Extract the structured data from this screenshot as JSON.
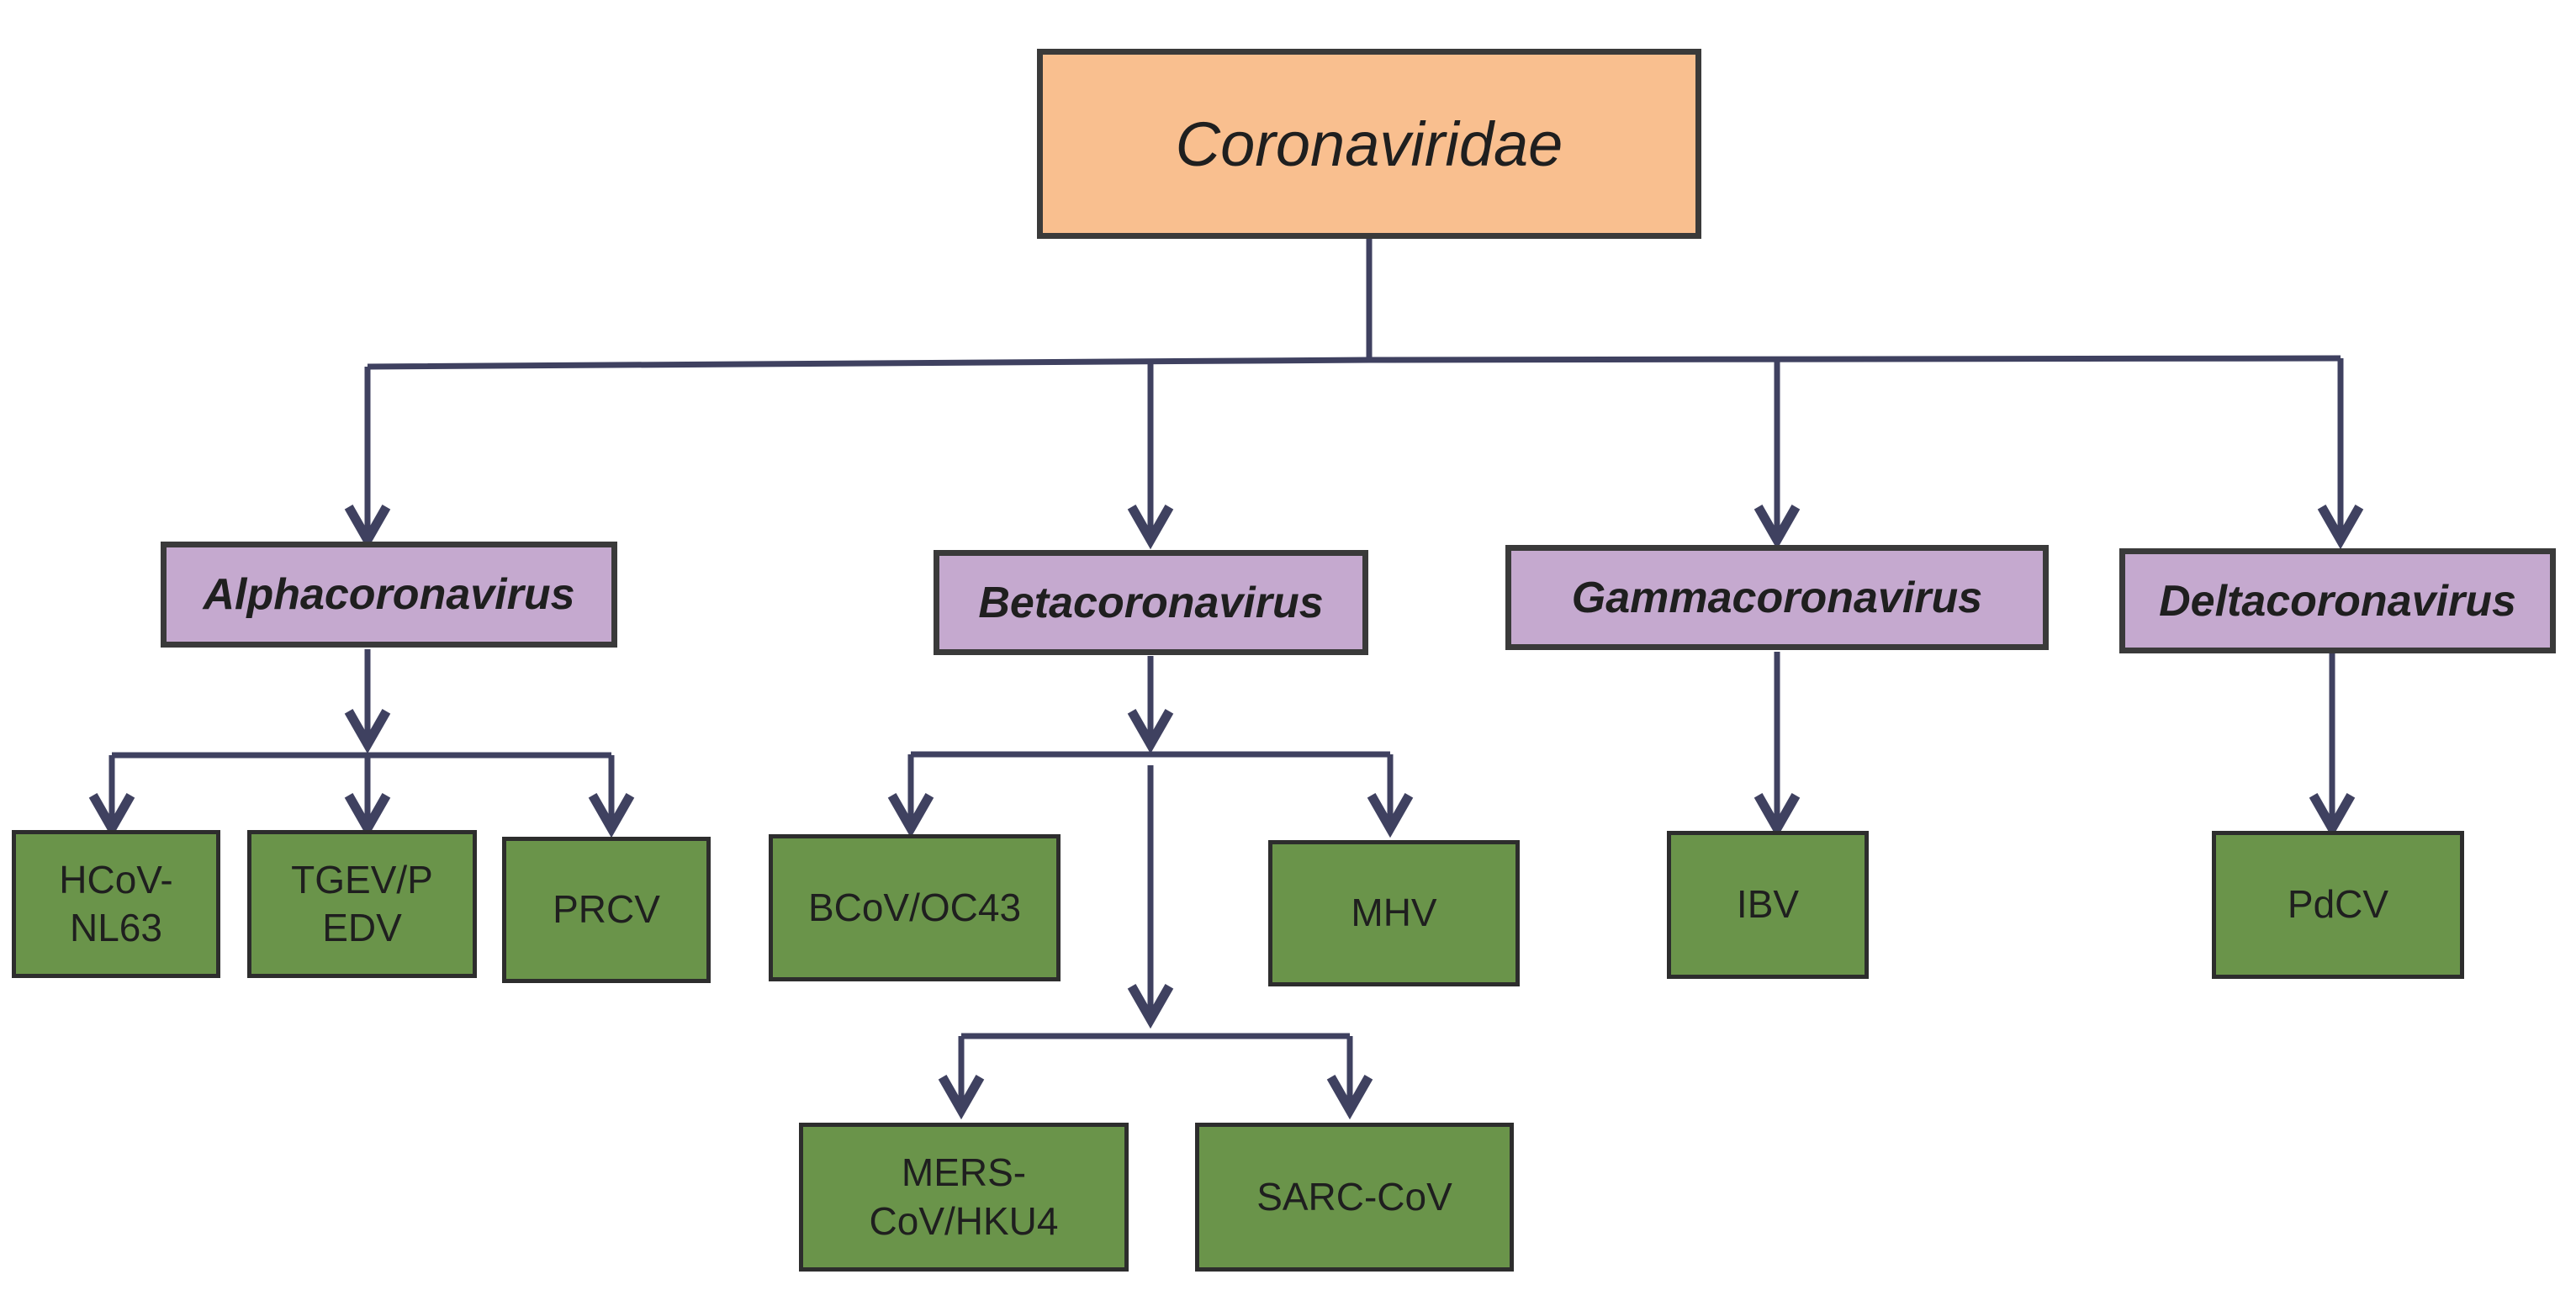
{
  "diagram": {
    "colors": {
      "family_fill": "#f9bf8f",
      "genus_fill": "#c5a9cf",
      "species_fill": "#6a944a",
      "connector": "#3f4160"
    },
    "family": {
      "label": "Coronaviridae"
    },
    "genera": [
      {
        "label": "Alphacoronavirus"
      },
      {
        "label": "Betacoronavirus"
      },
      {
        "label": "Gammacoronavirus"
      },
      {
        "label": "Deltacoronavirus"
      }
    ],
    "species": {
      "hcov_nl63": {
        "line1": "HCoV-",
        "line2": "NL63"
      },
      "tgev_pedv": {
        "line1": "TGEV/P",
        "line2": "EDV"
      },
      "prcv": {
        "label": "PRCV"
      },
      "bcov_oc43": {
        "label": "BCoV/OC43"
      },
      "mhv": {
        "label": "MHV"
      },
      "mers": {
        "line1": "MERS-",
        "line2": "CoV/HKU4"
      },
      "sarc": {
        "label": "SARC-CoV"
      },
      "ibv": {
        "label": "IBV"
      },
      "pdcv": {
        "label": "PdCV"
      }
    }
  }
}
